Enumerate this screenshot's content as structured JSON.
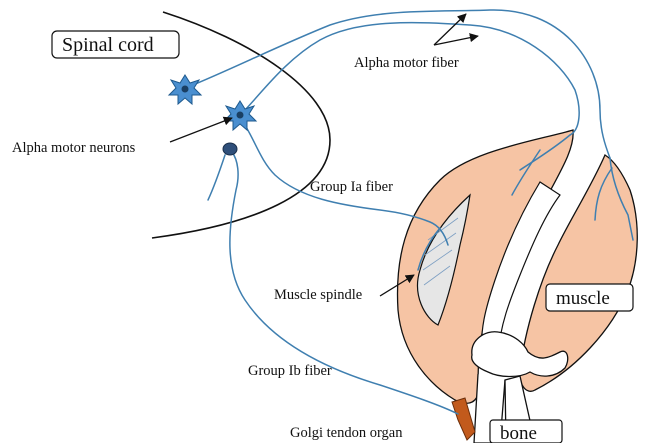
{
  "labels": {
    "spinal_cord": "Spinal cord",
    "alpha_motor_fiber": "Alpha motor fiber",
    "alpha_motor_neurons": "Alpha motor neurons",
    "group_ia_fiber": "Group Ia fiber",
    "muscle_spindle": "Muscle spindle",
    "muscle": "muscle",
    "group_ib_fiber": "Group Ib fiber",
    "golgi_tendon_organ": "Golgi tendon organ",
    "bone": "bone"
  },
  "colors": {
    "muscle_fill": "#f6c4a4",
    "nerve": "#3f7fb0",
    "neuron": "#4a8fd0",
    "golgi_organ": "#c25a1c",
    "spindle_fill": "#e6e6e6"
  }
}
